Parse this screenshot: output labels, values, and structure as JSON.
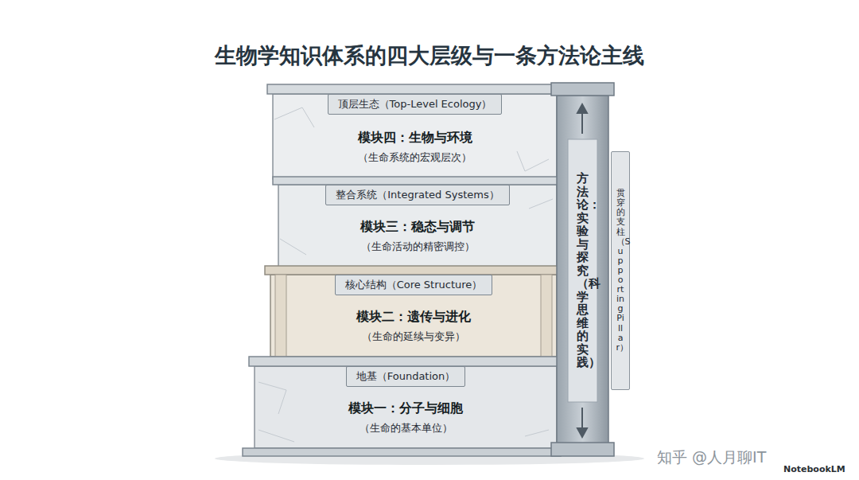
{
  "diagram": {
    "title": "生物学知识体系的四大层级与一条方法论主线",
    "nodes": [
      {
        "text": [
          "顶层生态（Top-Level Ecology）",
          "模块四：生物与环境",
          "（生命系统的宏观层次）"
        ]
      },
      {
        "text": [
          "整合系统（Integrated Systems）",
          "模块三：稳态与调节",
          "（生命活动的精密调控）"
        ]
      },
      {
        "text": [
          "核心结构（Core Structure）",
          "模块二：遗传与进化",
          "（生命的延续与变异）"
        ]
      },
      {
        "text": [
          "地基（Foundation）",
          "模块一：分子与细胞",
          "（生命的基本单位）"
        ]
      },
      {
        "text": [
          "方法论：实验与探究（科学思维的实践）"
        ]
      },
      {
        "text": [
          "贯穿的支柱（Supporting Pillar）"
        ]
      }
    ],
    "labels": [
      "知乎 @人月聊IT",
      "NotebookLM"
    ]
  }
}
